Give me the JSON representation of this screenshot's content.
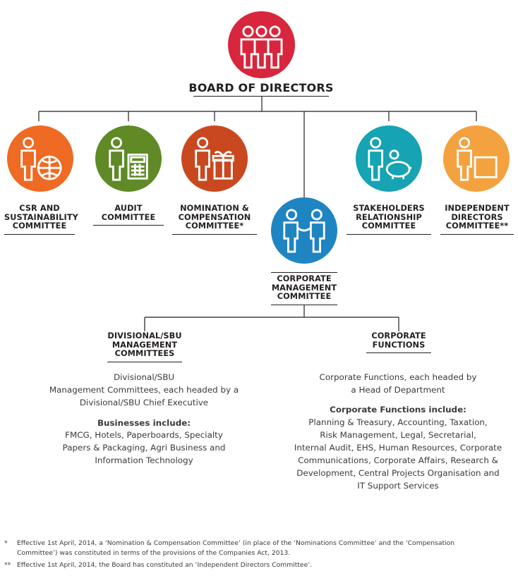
{
  "colors": {
    "red": "#d7263d",
    "orange": "#ef6a23",
    "green": "#5f8a26",
    "rust": "#c9481f",
    "blue": "#1f84c2",
    "teal": "#16a3b3",
    "amber": "#f4a23f",
    "line": "#231f20"
  },
  "board": {
    "title": "BOARD OF DIRECTORS",
    "icon": "three-people-icon"
  },
  "committees": [
    {
      "id": "csr",
      "label": "CSR AND\nSUSTAINABILITY\nCOMMITTEE",
      "icon": "person-globe-icon",
      "color": "#ef6a23"
    },
    {
      "id": "audit",
      "label": "AUDIT\nCOMMITTEE",
      "icon": "person-calculator-icon",
      "color": "#5f8a26"
    },
    {
      "id": "nomination",
      "label": "NOMINATION &\nCOMPENSATION\nCOMMITTEE*",
      "icon": "person-gift-icon",
      "color": "#c9481f"
    },
    {
      "id": "stakeholders",
      "label": "STAKEHOLDERS\nRELATIONSHIP\nCOMMITTEE",
      "icon": "person-piggy-bank-icon",
      "color": "#16a3b3"
    },
    {
      "id": "independent",
      "label": "INDEPENDENT\nDIRECTORS\nCOMMITTEE**",
      "icon": "person-board-icon",
      "color": "#f4a23f"
    }
  ],
  "cmc": {
    "label": "CORPORATE\nMANAGEMENT\nCOMMITTEE",
    "icon": "handshake-icon",
    "color": "#1f84c2"
  },
  "divisional": {
    "label": "DIVISIONAL/SBU\nMANAGEMENT\nCOMMITTEES",
    "description": "Divisional/SBU\nManagement Committees, each headed by a\nDivisional/SBU Chief Executive",
    "list_heading": "Businesses include:",
    "list_text": "FMCG, Hotels, Paperboards, Specialty\nPapers & Packaging, Agri Business and\nInformation Technology"
  },
  "corporate": {
    "label": "CORPORATE\nFUNCTIONS",
    "description": "Corporate Functions, each headed by\na Head of Department",
    "list_heading": "Corporate Functions include:",
    "list_text": "Planning & Treasury, Accounting, Taxation,\nRisk Management, Legal, Secretarial,\nInternal Audit, EHS, Human Resources, Corporate\nCommunications, Corporate Affairs, Research &\nDevelopment, Central Projects Organisation and\nIT Support Services"
  },
  "footnotes": [
    {
      "mark": "*",
      "text": "Effective 1st April, 2014, a ‘Nomination & Compensation Committee’ (in place of the ‘Nominations Committee’ and the ‘Compensation Committee’) was constituted in terms of the provisions of the Companies Act, 2013."
    },
    {
      "mark": "**",
      "text": "Effective 1st April, 2014, the Board has constituted an ‘Independent Directors Committee’."
    }
  ]
}
